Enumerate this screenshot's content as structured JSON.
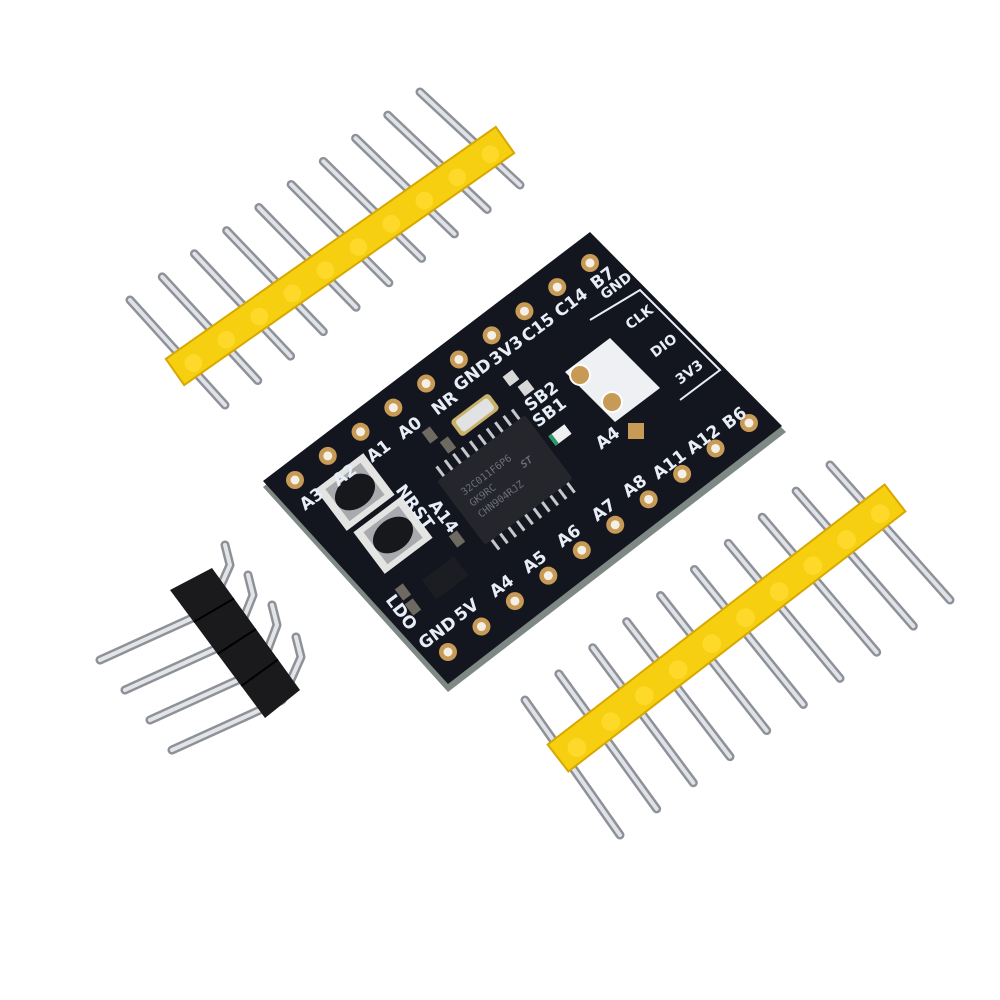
{
  "board": {
    "top_row_labels": [
      "B7",
      "C14",
      "C15",
      "3V3",
      "GND",
      "NR",
      "A0",
      "A1",
      "A2",
      "A3"
    ],
    "bottom_row_labels": [
      "B6",
      "A12",
      "A11",
      "A8",
      "A7",
      "A6",
      "A5",
      "A4",
      "5V",
      "GND"
    ],
    "inner_labels": {
      "nrst": "NRST",
      "a14": "A14",
      "ldo": "LDO",
      "a4_led": "A4",
      "sb2": "SB2",
      "sb1": "SB1"
    },
    "swd_labels": [
      "GND",
      "CLK",
      "DIO",
      "3V3"
    ],
    "chip_marking": [
      "32C011F6P6",
      "GK9RC",
      "CHN904RJZ"
    ],
    "chip_logo": "ST"
  },
  "colors": {
    "pcb": "#14161f",
    "pcb_edge": "#8a9490",
    "pad": "#c79a55",
    "header_yellow": "#f5cf10",
    "header_black": "#1a1a1c",
    "pin_metal": "#c4c8cc"
  }
}
